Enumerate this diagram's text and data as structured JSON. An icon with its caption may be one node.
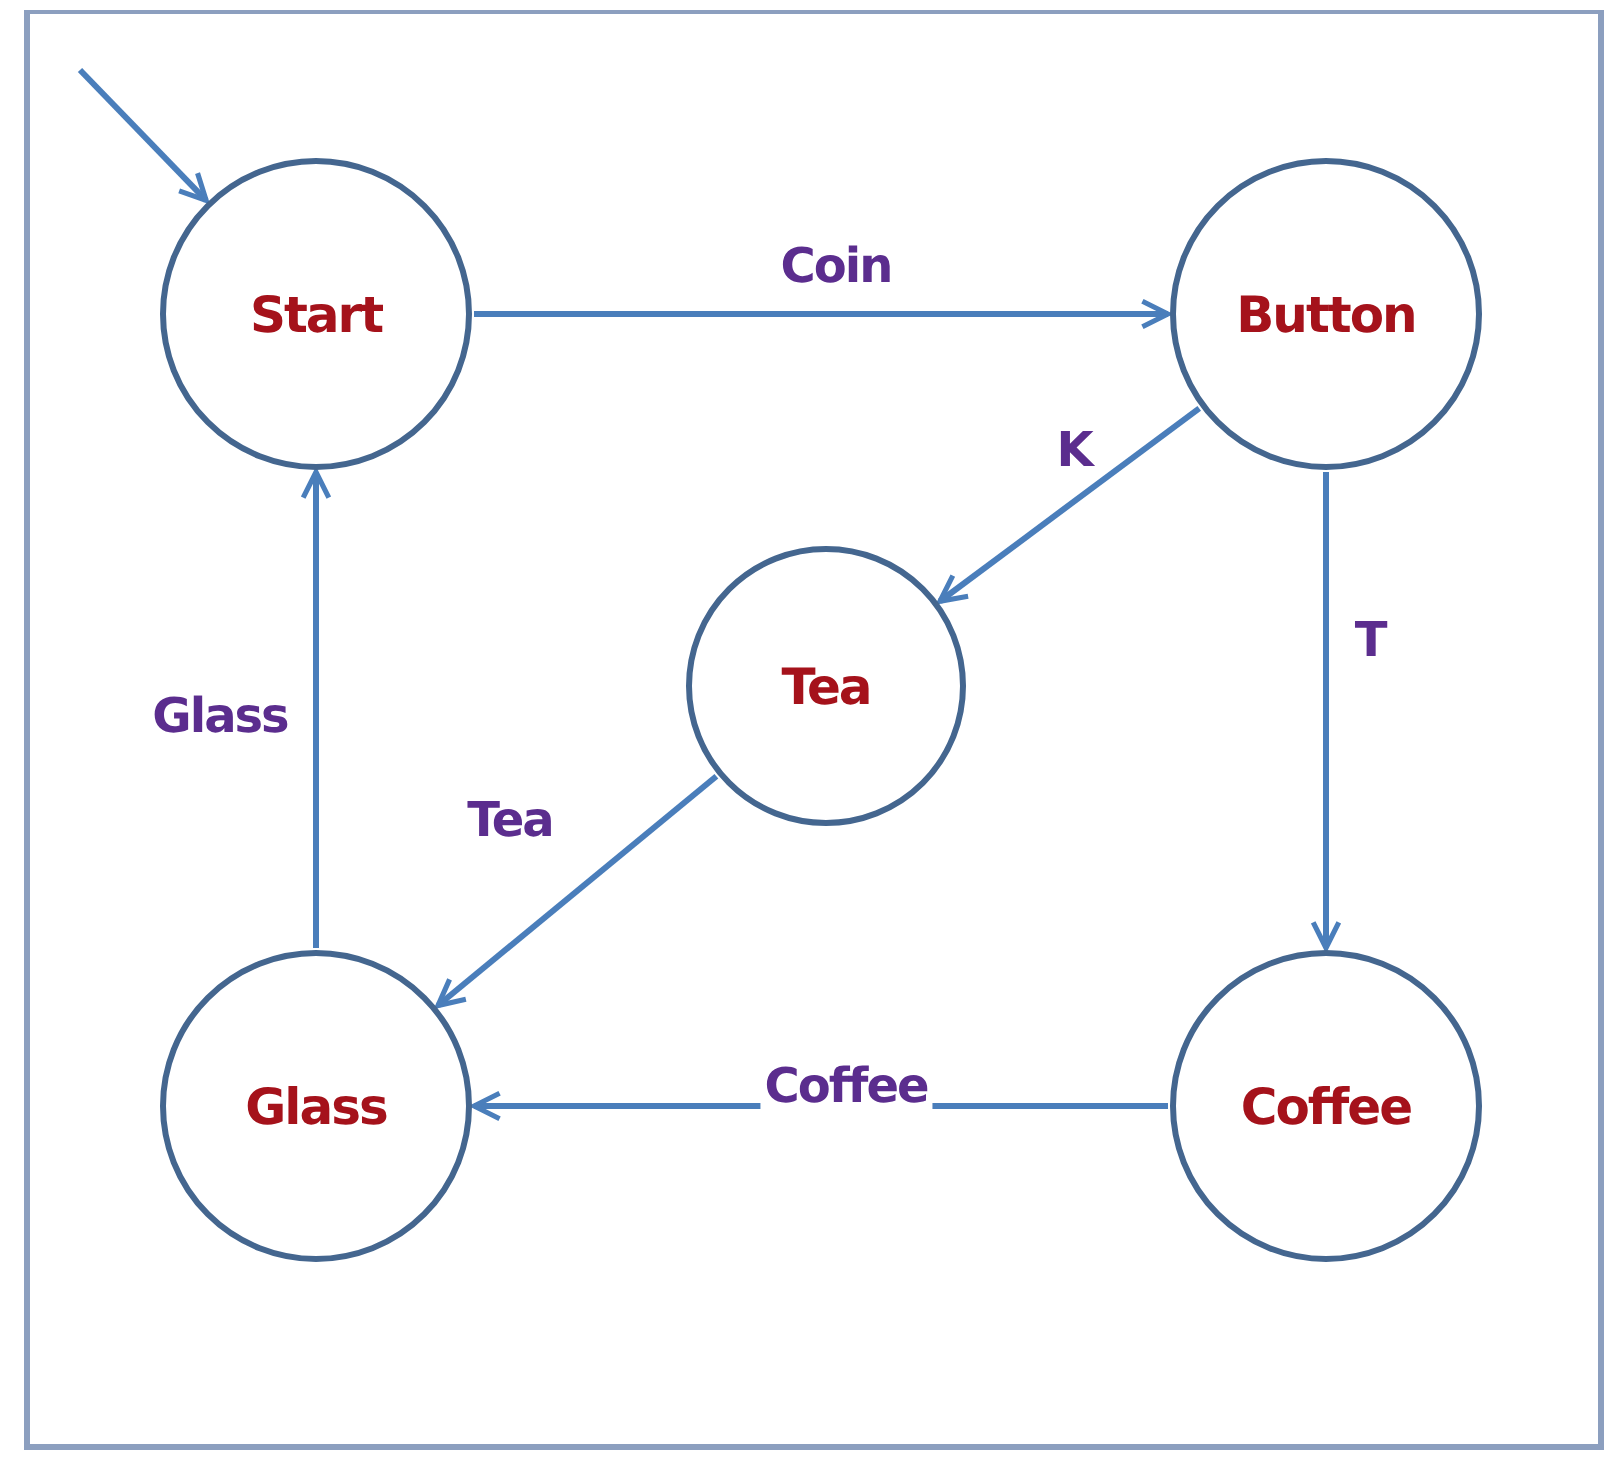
{
  "diagram": {
    "nodes": [
      {
        "text": [
          "Start"
        ]
      },
      {
        "text": [
          "Button"
        ]
      },
      {
        "text": [
          "Tea"
        ]
      },
      {
        "text": [
          "Glass"
        ]
      },
      {
        "text": [
          "Coffee"
        ]
      }
    ],
    "edges": [
      {
        "from": null,
        "to": 0,
        "arrow": "to"
      },
      {
        "from": 0,
        "to": 1,
        "arrow": "to",
        "label": "Coin"
      },
      {
        "from": 1,
        "to": 2,
        "arrow": "to",
        "label": "K"
      },
      {
        "from": 1,
        "to": 4,
        "arrow": "to",
        "label": "T"
      },
      {
        "from": 2,
        "to": 3,
        "arrow": "to",
        "label": "Tea"
      },
      {
        "from": 4,
        "to": 3,
        "arrow": "to",
        "label": "Coffee"
      },
      {
        "from": 3,
        "to": 0,
        "arrow": "to",
        "label": "Glass"
      }
    ]
  }
}
